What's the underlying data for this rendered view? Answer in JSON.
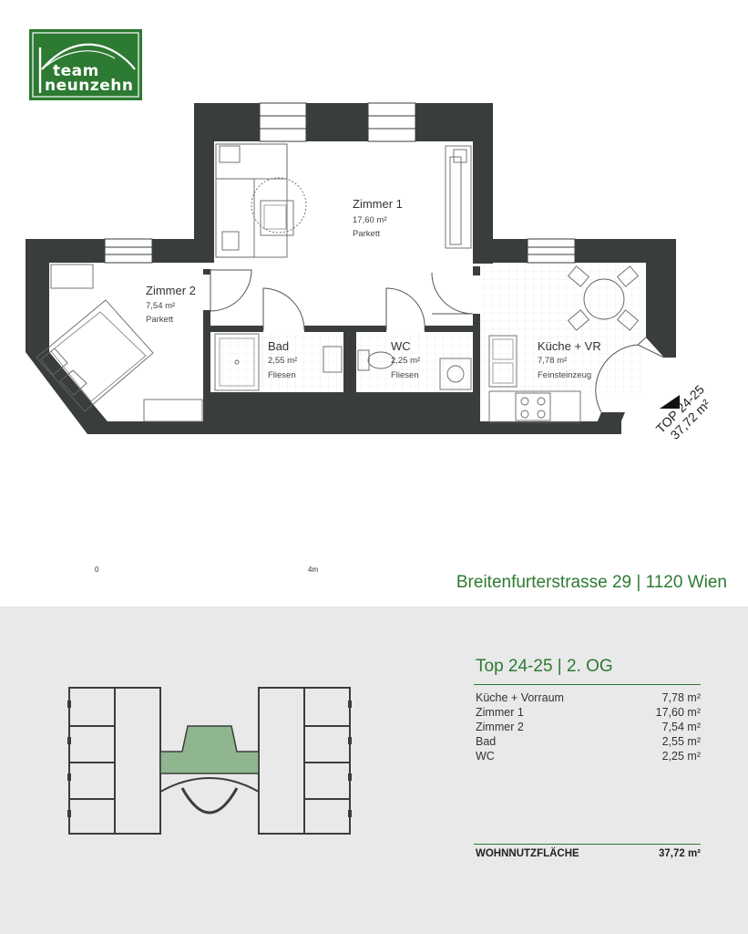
{
  "logo": {
    "line1": "team",
    "line2": "neunzehn"
  },
  "rooms": {
    "zimmer1": {
      "name": "Zimmer 1",
      "area": "17,60 m²",
      "floor": "Parkett"
    },
    "zimmer2": {
      "name": "Zimmer 2",
      "area": "7,54 m²",
      "floor": "Parkett"
    },
    "bad": {
      "name": "Bad",
      "area": "2,55 m²",
      "floor": "Fliesen"
    },
    "wc": {
      "name": "WC",
      "area": "2,25 m²",
      "floor": "Fliesen"
    },
    "kueche": {
      "name": "Küche + VR",
      "area": "7,78 m²",
      "floor": "Feinsteinzeug"
    }
  },
  "badge": {
    "line1": "TOP 24-25",
    "line2": "37,72 m²"
  },
  "scale": {
    "start": "0",
    "end": "4m"
  },
  "address": "Breitenfurterstrasse 29 | 1120 Wien",
  "unit": {
    "title": "Top 24-25 | 2. OG"
  },
  "room_list": [
    {
      "name": "Küche + Vorraum",
      "area": "7,78 m²"
    },
    {
      "name": "Zimmer 1",
      "area": "17,60 m²"
    },
    {
      "name": "Zimmer 2",
      "area": "7,54 m²"
    },
    {
      "name": "Bad",
      "area": "2,55 m²"
    },
    {
      "name": "WC",
      "area": "2,25 m²"
    }
  ],
  "total": {
    "label": "WOHNNUTZFLÄCHE",
    "value": "37,72 m²"
  },
  "colors": {
    "brand_green": "#2d7a32",
    "wall": "#3a3d3d",
    "panel": "#e9e9e9",
    "highlight": "#8fb68f"
  }
}
